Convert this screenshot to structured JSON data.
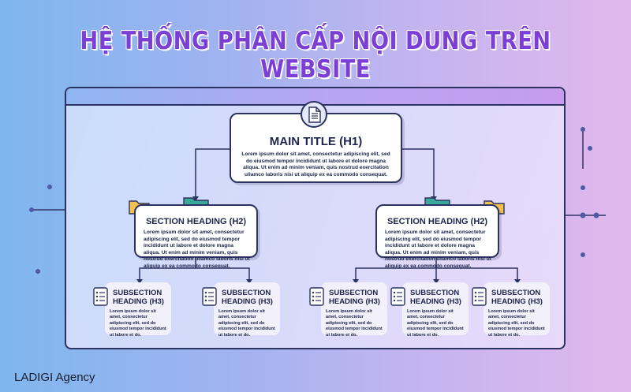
{
  "header": {
    "title": "HỆ THỐNG PHÂN CẤP NỘI DUNG TRÊN WEBSITE"
  },
  "main": {
    "title": "MAIN TITLE (H1)",
    "text": "Lorem ipsum dolor sit amet, consectetur adipiscing elit, sed do eiusmod tempor incididunt ut labore et dolore magna aliqua. Ut enim ad minim veniam, quis nostrud exercitation ullamco laboris nisi ut aliquip ex ea commodo consequat."
  },
  "sections": [
    {
      "title": "SECTION HEADING (H2)",
      "text": "Lorem ipsum dolor sit amet, consectetur adipiscing elit, sed do eiusmod tempor incididunt ut labore et dolore magna aliqua. Ut enim ad minim veniam, quis nostrud exercitation ullamco laboris nisi ut aliquip ex ea commodo consequat."
    },
    {
      "title": "SECTION HEADING (H2)",
      "text": "Lorem ipsum dolor sit amet, consectetur adipiscing elit, sed do eiusmod tempor incididunt ut labore et dolore magna aliqua. Ut enim ad minim veniam, quis nostrud exercitation ullamco laboris nisi ut aliquip ex ea commodo consequat."
    }
  ],
  "subsections": [
    {
      "title": "SUBSECTION HEADING (H3)",
      "text": "Lorem ipsum dolor sit amet, consectetur adipiscing elit, sed do eiusmod tempor incididunt ut labore et do."
    },
    {
      "title": "SUBSECTION HEADING (H3)",
      "text": "Lorem ipsum dolor sit amet, consectetur adipiscing elit, sed do eiusmod tempor incididunt ut labore et do."
    },
    {
      "title": "SUBSECTION HEADING (H3)",
      "text": "Lorem ipsum dolor sit amet, consectetur adipiscing elit, sed do eiusmod tempor incididunt ut labore et do."
    },
    {
      "title": "SUBSECTION HEADING (H3)",
      "text": "Lorem ipsum dolor sit amet, consectetur adipiscing elit, sed do eiusmod tempor incididunt ut labore et do."
    },
    {
      "title": "SUBSECTION HEADING (H3)",
      "text": "Lorem ipsum dolor sit amet, consectetur adipiscing elit, sed do eiusmod tempor incididunt ut labore et do."
    }
  ],
  "footer": {
    "brand": "LADIGI Agency"
  },
  "colors": {
    "title": "#7b3fd6",
    "outline": "#2c3360",
    "folder_yellow": "#f2c14e",
    "folder_teal": "#3aa89a"
  }
}
